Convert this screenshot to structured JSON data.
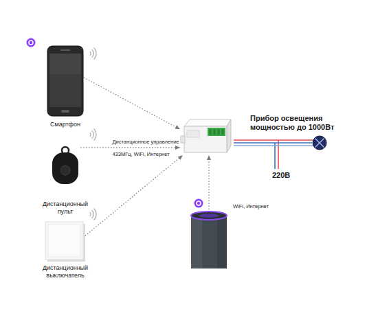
{
  "diagram": {
    "nodes": [
      {
        "text": [
          "Смартфон"
        ]
      },
      {
        "text": [
          "Дистанционный пульт"
        ]
      },
      {
        "text": [
          "Дистанционный выключатель"
        ]
      },
      {
        "text": []
      },
      {
        "text": [
          "Прибор освещения мощностью до 1000Вт"
        ]
      },
      {
        "text": []
      }
    ],
    "edges": [
      {
        "from": 0,
        "to": 3,
        "arrow": "to"
      },
      {
        "from": 1,
        "to": 3,
        "arrow": "to",
        "label": "Дистанционное управление"
      },
      {
        "from": 2,
        "to": 3,
        "arrow": "to"
      },
      {
        "from": 5,
        "to": 3,
        "arrow": "to",
        "label": "WiFi, Интернет"
      },
      {
        "from": 3,
        "to": 4,
        "arrow": "none"
      }
    ],
    "labels": [
      "433МГц, WiFi, Интернет",
      "220В"
    ]
  }
}
